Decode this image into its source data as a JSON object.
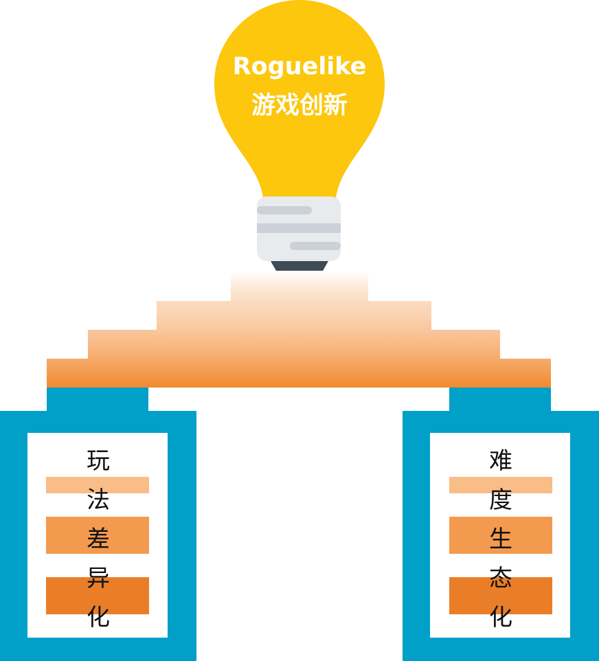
{
  "bulb": {
    "line1": "Roguelike",
    "line2": "游戏创新"
  },
  "left_bin": {
    "chars": [
      "玩",
      "法",
      "差",
      "异",
      "化"
    ]
  },
  "right_bin": {
    "chars": [
      "难",
      "度",
      "生",
      "态",
      "化"
    ]
  },
  "colors": {
    "bulb_yellow": "#FCC70D",
    "bulb_base": "#E8EBEE",
    "bulb_base_stripe": "#CBD1D6",
    "bulb_tip": "#3E4A54",
    "bin_blue": "#00A0C8",
    "bar_light": "#F9BD87",
    "bar_mid": "#F39A4F",
    "bar_dark": "#EA7E28",
    "stair_orange": "#F28A2E"
  }
}
